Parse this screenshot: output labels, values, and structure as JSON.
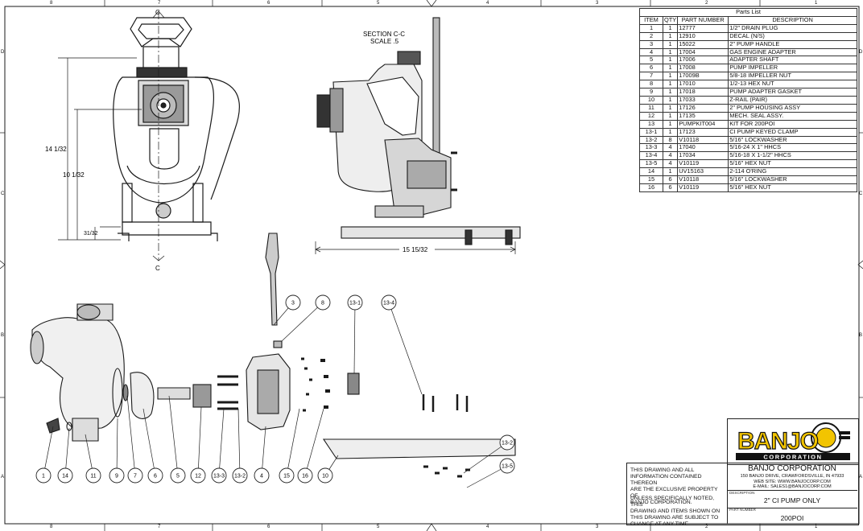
{
  "border": {
    "top_numbers": [
      "8",
      "7",
      "6",
      "5",
      "4",
      "3",
      "2",
      "1"
    ],
    "bottom_numbers": [
      "8",
      "7",
      "6",
      "5",
      "4",
      "3",
      "2",
      "1"
    ],
    "side_letters": [
      "D",
      "C",
      "B",
      "A"
    ]
  },
  "section_view": {
    "title": "SECTION C-C",
    "scale": "SCALE .5",
    "dimension": "15 15/32"
  },
  "front_view": {
    "section_marker": "C",
    "dimensions": [
      "14 1/32",
      "10 1/32",
      "31/32"
    ]
  },
  "parts_list": {
    "title": "Parts List",
    "headers": [
      "ITEM",
      "QTY",
      "PART NUMBER",
      "DESCRIPTION"
    ],
    "rows": [
      {
        "item": "1",
        "qty": "1",
        "part": "12777",
        "desc": "1/2\" DRAIN PLUG"
      },
      {
        "item": "2",
        "qty": "1",
        "part": "12910",
        "desc": "DECAL (N/S)"
      },
      {
        "item": "3",
        "qty": "1",
        "part": "15022",
        "desc": "2\" PUMP HANDLE"
      },
      {
        "item": "4",
        "qty": "1",
        "part": "17004",
        "desc": "GAS ENGINE ADAPTER"
      },
      {
        "item": "5",
        "qty": "1",
        "part": "17006",
        "desc": "ADAPTER SHAFT"
      },
      {
        "item": "6",
        "qty": "1",
        "part": "17008",
        "desc": "PUMP IMPELLER"
      },
      {
        "item": "7",
        "qty": "1",
        "part": "17009B",
        "desc": "5/8-18 IMPELLER NUT"
      },
      {
        "item": "8",
        "qty": "1",
        "part": "17010",
        "desc": "1/2-13 HEX NUT"
      },
      {
        "item": "9",
        "qty": "1",
        "part": "17018",
        "desc": "PUMP ADAPTER GASKET"
      },
      {
        "item": "10",
        "qty": "1",
        "part": "17033",
        "desc": "Z-RAIL (PAIR)"
      },
      {
        "item": "11",
        "qty": "1",
        "part": "17126",
        "desc": "2\" PUMP HOUSING ASSY"
      },
      {
        "item": "12",
        "qty": "1",
        "part": "17135",
        "desc": "MECH. SEAL ASSY."
      },
      {
        "item": "13",
        "qty": "1",
        "part": "PUMPKIT004",
        "desc": "KIT FOR 200POI"
      },
      {
        "item": "13-1",
        "qty": "1",
        "part": "17123",
        "desc": "CI PUMP KEYED CLAMP"
      },
      {
        "item": "13-2",
        "qty": "8",
        "part": "V10118",
        "desc": "5/16\" LOCKWASHER"
      },
      {
        "item": "13-3",
        "qty": "4",
        "part": "17040",
        "desc": "5/16-24 X 1\" HHCS"
      },
      {
        "item": "13-4",
        "qty": "4",
        "part": "17034",
        "desc": "5/16-18 X 1-1/2\" HHCS"
      },
      {
        "item": "13-5",
        "qty": "4",
        "part": "V10119",
        "desc": "5/16\" HEX NUT"
      },
      {
        "item": "14",
        "qty": "1",
        "part": "UV15163",
        "desc": "2-114 O'RING"
      },
      {
        "item": "15",
        "qty": "6",
        "part": "V10118",
        "desc": "5/16\" LOCKWASHER"
      },
      {
        "item": "16",
        "qty": "6",
        "part": "V10119",
        "desc": "5/16\" HEX NUT"
      }
    ]
  },
  "balloons": {
    "bottom_row": [
      "1",
      "14",
      "11",
      "9",
      "7",
      "6",
      "5",
      "12",
      "13-3",
      "13-2",
      "4",
      "15",
      "16",
      "10"
    ],
    "upper_row": [
      "3",
      "8",
      "13-1",
      "13-4"
    ],
    "right_side": [
      "13-2",
      "13-5"
    ]
  },
  "title_block": {
    "notice_1": [
      "THIS DRAWING AND ALL",
      "INFORMATION CONTAINED THEREON",
      "ARE THE EXCLUSIVE PROPERTY OF",
      "BANJO CORPORATION."
    ],
    "notice_2": [
      "UNLESS SPECIFICALLY NOTED, THIS",
      "DRAWING AND ITEMS SHOWN ON",
      "THIS DRAWING ARE SUBJECT TO",
      "CHANGE AT ANY TIME."
    ],
    "logo_word": "BANJO",
    "logo_sub": "CORPORATION",
    "company": "BANJO CORPORATION",
    "address": "150 BANJO DRIVE, CRAWFORDSVILLE, IN 47933",
    "web": "WEB SITE: WWW.BANJOCORP.COM",
    "email": "E-MAIL: SALES1@BANJOCORP.COM",
    "description_label": "DESCRIPTION",
    "description": "2\" CI PUMP ONLY",
    "part_number_label": "PART NUMBER",
    "part_number": "200POI"
  },
  "colors": {
    "line": "#1a1a1a",
    "logo_fill": "#f2c400",
    "balloon": "#222222"
  }
}
